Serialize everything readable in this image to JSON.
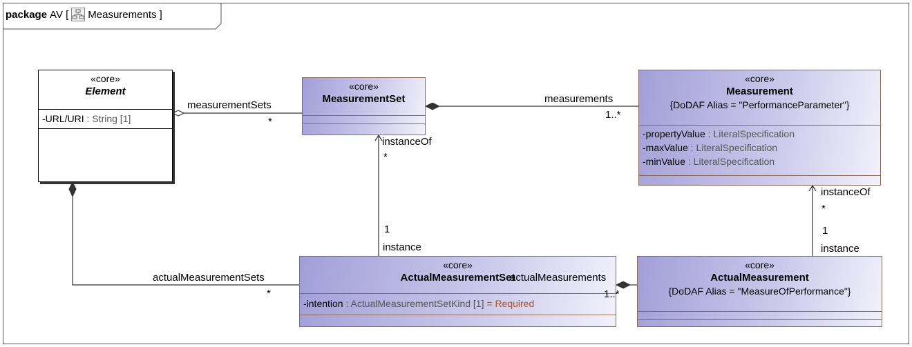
{
  "frame": {
    "keyword": "package",
    "name": "AV [",
    "diagram_title": "Measurements ]"
  },
  "classes": {
    "element": {
      "stereotype": "«core»",
      "name": "Element",
      "attr_name": "-URL/URI",
      "attr_type": " : String [1]"
    },
    "measurement_set": {
      "stereotype": "«core»",
      "name": "MeasurementSet"
    },
    "measurement": {
      "stereotype": "«core»",
      "name": "Measurement",
      "tag": "{DoDAF Alias = \"PerformanceParameter\"}",
      "attrs": [
        {
          "name": "-propertyValue",
          "type": " : LiteralSpecification"
        },
        {
          "name": "-maxValue",
          "type": " : LiteralSpecification"
        },
        {
          "name": "-minValue",
          "type": " : LiteralSpecification"
        }
      ]
    },
    "actual_measurement_set": {
      "stereotype": "«core»",
      "name": "ActualMeasurementSet",
      "attr_name": "-intention",
      "attr_type": " : ActualMeasurementSetKind [1]",
      "attr_default": " = Required"
    },
    "actual_measurement": {
      "stereotype": "«core»",
      "name": "ActualMeasurement",
      "tag": "{DoDAF Alias = \"MeasureOfPerformance\"}"
    }
  },
  "associations": {
    "element_measurementset": {
      "role": "measurementSets",
      "mult": "*"
    },
    "set_measurement": {
      "role": "measurements",
      "mult": "1..*"
    },
    "set_instance": {
      "role_top": "instanceOf",
      "mult_top": "*",
      "mult_bottom": "1",
      "role_bottom": "instance"
    },
    "measurement_instance": {
      "role_top": "instanceOf",
      "mult_top": "*",
      "mult_bottom": "1",
      "role_bottom": "instance"
    },
    "element_actualset": {
      "role": "actualMeasurementSets",
      "mult": "*"
    },
    "actualset_actual": {
      "role": "actualMeasurements",
      "mult": "1..*"
    }
  }
}
